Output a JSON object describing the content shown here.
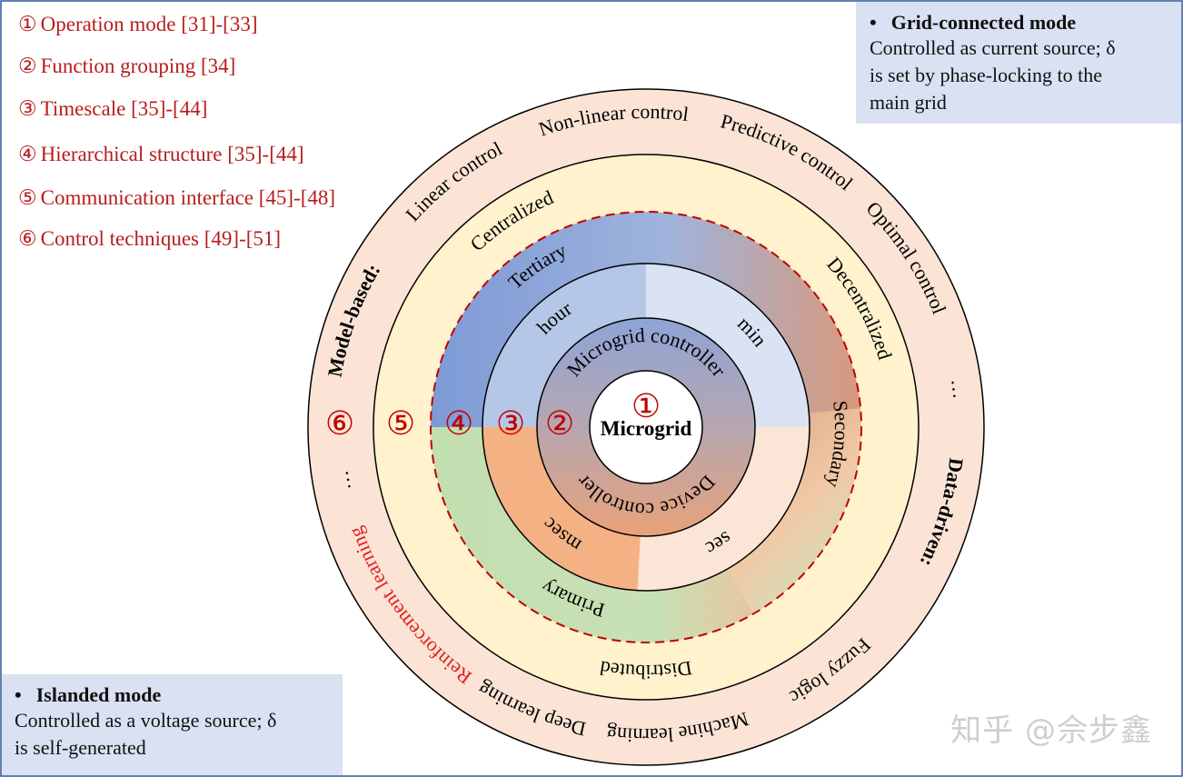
{
  "legend": [
    {
      "num": "①",
      "label": "Operation mode [31]-[33]"
    },
    {
      "num": "②",
      "label": "Function grouping [34]"
    },
    {
      "num": "③",
      "label": "Timescale [35]-[44]"
    },
    {
      "num": "④",
      "label": "Hierarchical structure [35]-[44]"
    },
    {
      "num": "⑤",
      "label": "Communication interface [45]-[48]"
    },
    {
      "num": "⑥",
      "label": "Control techniques [49]-[51]"
    }
  ],
  "grid_box": {
    "bullet": "•",
    "title": "Grid-connected mode",
    "lines": [
      "Controlled as current source; δ",
      "is set by phase-locking to the",
      "main grid"
    ]
  },
  "island_box": {
    "bullet": "•",
    "title": "Islanded mode",
    "lines": [
      "Controlled as a voltage source; δ",
      "is self-generated"
    ]
  },
  "diagram": {
    "center": "Microgrid",
    "ring_numbers": [
      "①",
      "②",
      "③",
      "④",
      "⑤",
      "⑥"
    ],
    "function": {
      "top": "Microgrid controller",
      "bottom": "Device controller"
    },
    "timescale": {
      "hour": "hour",
      "min": "min",
      "msec": "msec",
      "sec": "sec"
    },
    "hierarchy": {
      "tertiary": "Tertiary",
      "secondary": "Secondary",
      "primary": "Primary"
    },
    "communication": {
      "centralized": "Centralized",
      "decentralized": "Decentralized",
      "distributed": "Distributed"
    },
    "techniques": {
      "model_based_title": "Model-based:",
      "model_based": [
        "Linear control",
        "Non-linear control",
        "Predictive control",
        "Optimal control",
        "…"
      ],
      "data_driven_title": "Data-driven:",
      "data_driven": [
        "Fuzzy logic",
        "Machine learning",
        "Deep learning",
        "Reinforcement learning",
        "…"
      ]
    }
  },
  "watermark": "知乎 @佘步鑫",
  "colors": {
    "frame": "#2f5597",
    "red": "#c00000",
    "outer_ring": "#fbe4d5",
    "comm_ring": "#fff2cc",
    "tertiary": "#8faadc",
    "secondary": "#dda27a",
    "primary": "#c5e0b4",
    "hour": "#b4c7e7",
    "min": "#dae3f3",
    "msec": "#f4b183",
    "sec": "#fbe5d6",
    "box": "#d9e1f2"
  }
}
